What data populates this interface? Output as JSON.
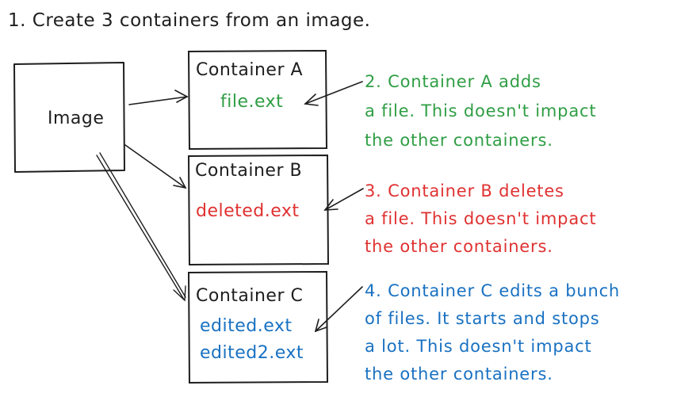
{
  "title": "1. Create 3 containers from an image.",
  "image_label": "Image",
  "containers": [
    {
      "label": "Container A",
      "files": [
        "file.ext"
      ]
    },
    {
      "label": "Container B",
      "files": [
        "deleted.ext"
      ]
    },
    {
      "label": "Container C",
      "files": [
        "edited.ext",
        "edited2.ext"
      ]
    }
  ],
  "notes": [
    {
      "lines": [
        "2. Container A adds",
        "a file. This doesn't impact",
        "the other containers."
      ]
    },
    {
      "lines": [
        "3. Container B deletes",
        "a file. This doesn't impact",
        "the other containers."
      ]
    },
    {
      "lines": [
        "4. Container C edits a bunch",
        "of files. It starts and stops",
        "a lot. This doesn't impact",
        "the other containers."
      ]
    }
  ],
  "colors": {
    "stroke": "#1e1e1e",
    "container_a": "#2f9e44",
    "container_b": "#e03131",
    "container_c": "#1971c2"
  }
}
